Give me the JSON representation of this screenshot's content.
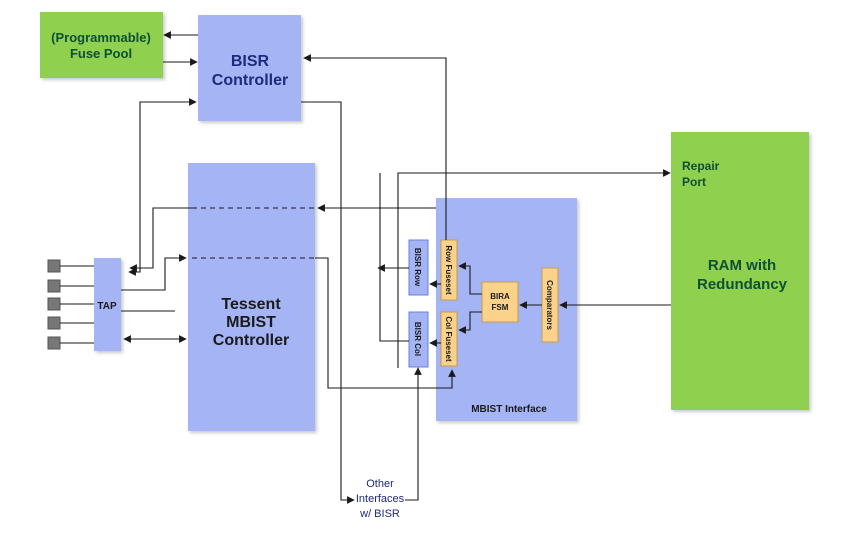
{
  "blocks": {
    "fuse_pool": {
      "line1": "(Programmable)",
      "line2": "Fuse Pool"
    },
    "bisr_controller": {
      "line1": "BISR",
      "line2": "Controller"
    },
    "tap": {
      "label": "TAP"
    },
    "mbist_controller": {
      "line1": "Tessent",
      "line2": "MBIST",
      "line3": "Controller"
    },
    "mbist_interface": {
      "label": "MBIST Interface"
    },
    "bisr_row": {
      "label": "BISR Row"
    },
    "bisr_col": {
      "label": "BISR Col"
    },
    "row_fuseset": {
      "label": "Row Fuseset"
    },
    "col_fuseset": {
      "label": "Col Fuseset"
    },
    "bira_fsm": {
      "line1": "BIRA",
      "line2": "FSM"
    },
    "comparators": {
      "label": "Comparators"
    },
    "ram": {
      "line1": "RAM with",
      "line2": "Redundancy"
    },
    "repair_port": {
      "line1": "Repair",
      "line2": "Port"
    },
    "other_interfaces": {
      "line1": "Other",
      "line2": "Interfaces",
      "line3": "w/ BISR"
    }
  },
  "colors": {
    "green": "#8fd14f",
    "blue": "#a4b4f5",
    "orange": "#fbd289",
    "line": "#1a1a1a",
    "navy": "#1f2a7a",
    "green_text": "#0f4f33"
  }
}
